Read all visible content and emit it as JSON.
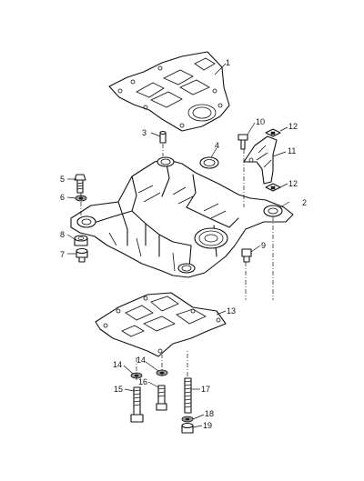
{
  "callouts": [
    {
      "id": "c1",
      "text": "1"
    },
    {
      "id": "c2",
      "text": "2"
    },
    {
      "id": "c3",
      "text": "3"
    },
    {
      "id": "c4",
      "text": "4"
    },
    {
      "id": "c5",
      "text": "5"
    },
    {
      "id": "c6",
      "text": "6"
    },
    {
      "id": "c7",
      "text": "7"
    },
    {
      "id": "c8",
      "text": "8"
    },
    {
      "id": "c9",
      "text": "9"
    },
    {
      "id": "c10",
      "text": "10"
    },
    {
      "id": "c11",
      "text": "11"
    },
    {
      "id": "c12a",
      "text": "12"
    },
    {
      "id": "c12b",
      "text": "12"
    },
    {
      "id": "c13",
      "text": "13"
    },
    {
      "id": "c14a",
      "text": "14"
    },
    {
      "id": "c14b",
      "text": "14"
    },
    {
      "id": "c15",
      "text": "15"
    },
    {
      "id": "c16",
      "text": "16"
    },
    {
      "id": "c17",
      "text": "17"
    },
    {
      "id": "c18",
      "text": "18"
    },
    {
      "id": "c19",
      "text": "19"
    }
  ]
}
